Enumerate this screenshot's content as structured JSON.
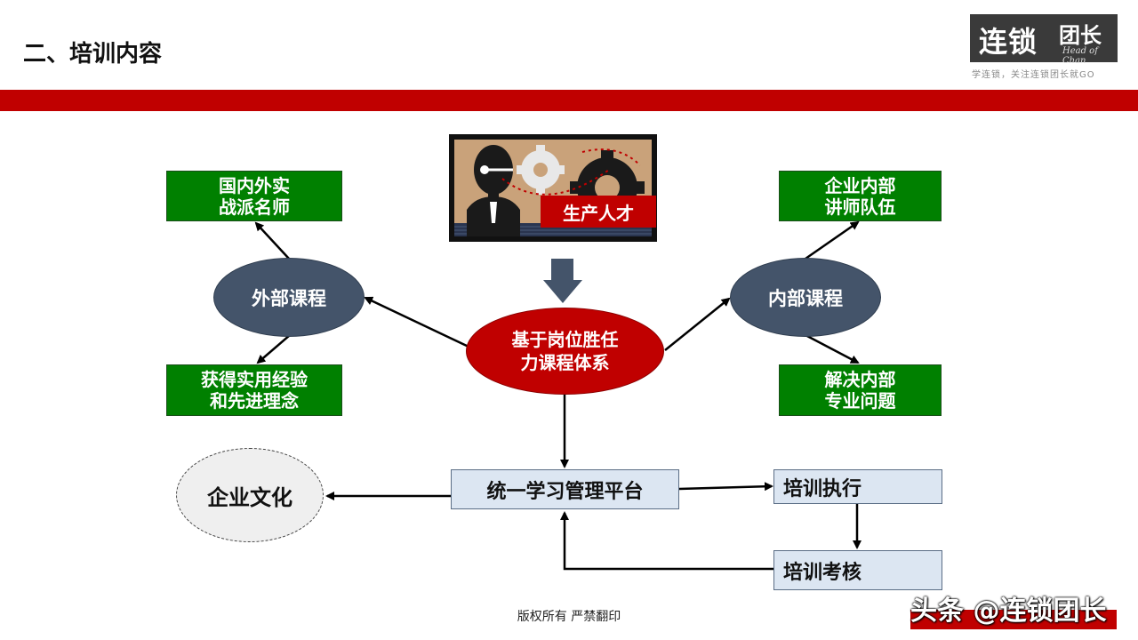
{
  "header": {
    "title": "二、培训内容",
    "logo_main": "连锁",
    "logo_side": "团长",
    "logo_sub": "Head of Chan",
    "logo_tagline": "学连锁，关注连锁团长就GO"
  },
  "diagram": {
    "talent_label": "生产人才",
    "center": {
      "line1": "基于岗位胜任",
      "line2": "力课程体系"
    },
    "external": {
      "label": "外部课程",
      "top": {
        "line1": "国内外实",
        "line2": "战派名师"
      },
      "bottom": {
        "line1": "获得实用经验",
        "line2": "和先进理念"
      }
    },
    "internal": {
      "label": "内部课程",
      "top": {
        "line1": "企业内部",
        "line2": "讲师队伍"
      },
      "bottom": {
        "line1": "解决内部",
        "line2": "专业问题"
      }
    },
    "platform": "统一学习管理平台",
    "culture": "企业文化",
    "execution": "培训执行",
    "assessment": "培训考核"
  },
  "footer": {
    "copyright": "版权所有  严禁翻印",
    "watermark": "头条 @连锁团长"
  },
  "colors": {
    "accent_red": "#c00000",
    "green": "#008000",
    "slate": "#44546a",
    "light_blue": "#dce6f2"
  }
}
